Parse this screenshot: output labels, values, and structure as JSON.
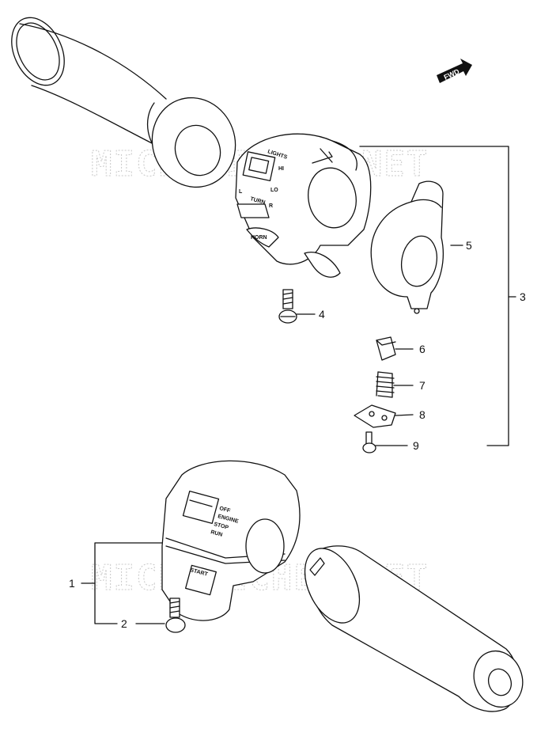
{
  "watermark": "MICROFICHES.NET",
  "fwd_label": "FWD",
  "callouts": [
    {
      "id": "1",
      "label": "1"
    },
    {
      "id": "2",
      "label": "2"
    },
    {
      "id": "3",
      "label": "3"
    },
    {
      "id": "4",
      "label": "4"
    },
    {
      "id": "5",
      "label": "5"
    },
    {
      "id": "6",
      "label": "6"
    },
    {
      "id": "7",
      "label": "7"
    },
    {
      "id": "8",
      "label": "8"
    },
    {
      "id": "9",
      "label": "9"
    }
  ],
  "left_switch": {
    "lights": "LIGHTS",
    "hi": "HI",
    "lo": "LO",
    "turn": "TURN",
    "l": "L",
    "r": "R",
    "horn": "HORN"
  },
  "right_switch": {
    "off": "OFF",
    "engine": "ENGINE",
    "stop": "STOP",
    "run": "RUN",
    "start": "START"
  }
}
